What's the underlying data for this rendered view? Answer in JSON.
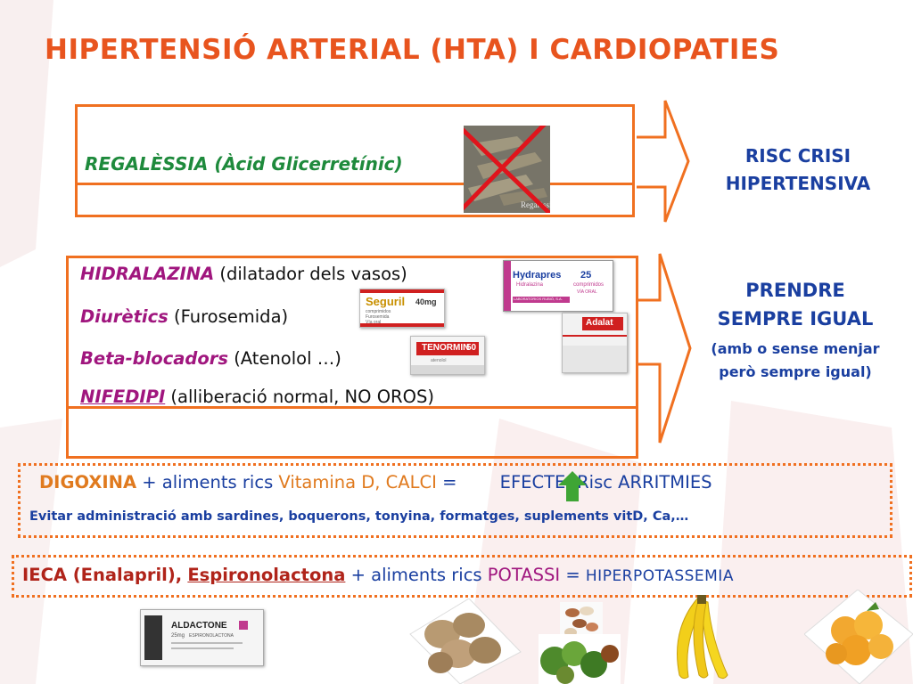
{
  "title": "HIPERTENSIÓ ARTERIAL (HTA) I CARDIOPATIES",
  "box1": {
    "item": "REGALÈSSIA (Àcid Glicerretínic)",
    "image_label": "Regalèssia"
  },
  "result1": {
    "line1": "RISC CRISI",
    "line2": "HIPERTENSIVA"
  },
  "drugs": [
    {
      "name": "HIDRALAZINA",
      "detail": " (dilatador dels vasos)"
    },
    {
      "name": "Diurètics",
      "detail": " (Furosemida)"
    },
    {
      "name": "Beta-blocadors",
      "detail": " (Atenolol …)"
    },
    {
      "name": "NIFEDIPI",
      "detail": " (alliberació normal, NO OROS)"
    }
  ],
  "result2": {
    "line1": "PRENDRE",
    "line2": "SEMPRE IGUAL",
    "line3": "(amb o sense menjar",
    "line4": "però sempre igual)"
  },
  "digoxina": {
    "drug": "DIGOXINA",
    "plus": " + aliments rics ",
    "foods": "Vitamina D, CALCI",
    "equals": " = ",
    "effect": "EFECTE: Risc ARRITMIES",
    "advice": "Evitar administració amb sardines, boquerons, tonyina, formatges, suplements vitD, Ca,…"
  },
  "ieca": {
    "drug1": "IECA (Enalapril),",
    "drug2": "Espironolactona",
    "plus": " + aliments rics ",
    "food": "POTASSI",
    "equals": " =  ",
    "effect": "HIPERPOTASSEMIA"
  },
  "packages": {
    "hydrapres": {
      "brand": "Hydrapres",
      "dose": "25",
      "sub": "Hidralazina",
      "form": "comprimidos",
      "route": "VÍA ORAL",
      "lab": "LABORATORIOS RUBIÓ, S.A."
    },
    "seguril": {
      "brand": "Seguril",
      "dose": "40mg",
      "sub": "comprimidos",
      "sub2": "Furosemida",
      "route": "Vía oral"
    },
    "tenormin": {
      "brand": "TENORMIN",
      "dose": "50",
      "sub": "atenolol"
    },
    "adalat": {
      "brand": "Adalat"
    },
    "aldactone": {
      "brand": "ALDACTONE",
      "dose": "25mg",
      "sub": "ESPIRONOLACTONA"
    }
  },
  "colors": {
    "orange": "#e8541e",
    "box_border": "#f07020",
    "green": "#1e8a3c",
    "blue": "#1a3fa0",
    "purple": "#a0167e",
    "red": "#b0241a",
    "arrow_up": "#3fa535"
  }
}
